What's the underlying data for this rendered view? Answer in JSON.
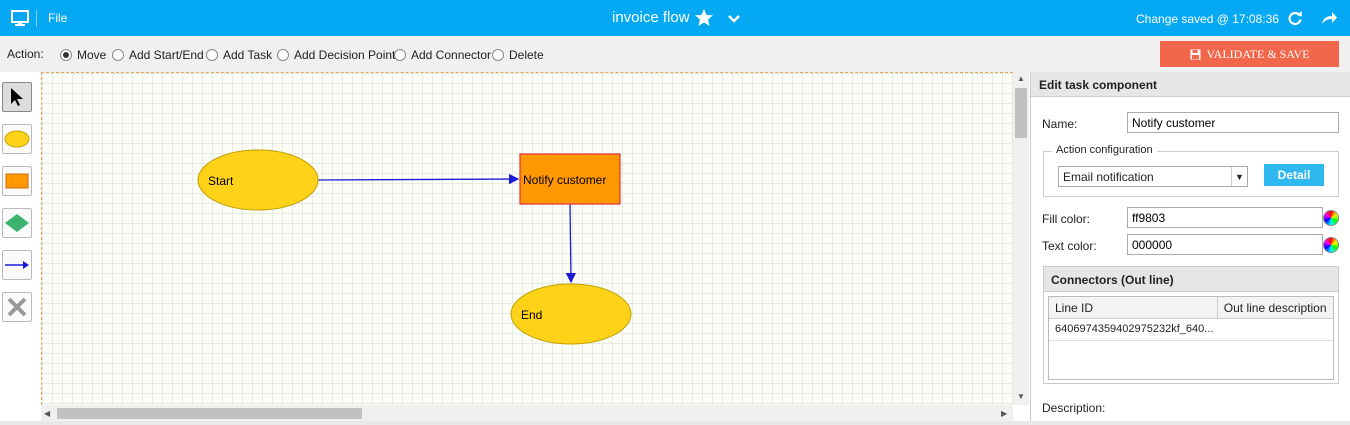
{
  "header": {
    "file_label": "File",
    "title": "invoice flow",
    "status": "Change saved @ 17:08:36"
  },
  "actionbar": {
    "label": "Action:",
    "options": [
      "Move",
      "Add Start/End",
      "Add Task",
      "Add Decision Point",
      "Add Connector",
      "Delete"
    ],
    "selected": "Move",
    "validate_label": "VALIDATE & SAVE"
  },
  "diagram": {
    "start_label": "Start",
    "task_label": "Notify customer",
    "end_label": "End",
    "colors": {
      "terminal_fill": "#ffd21a",
      "task_fill": "#ff9803",
      "connector": "#1a1ad4"
    }
  },
  "panel": {
    "title": "Edit task component",
    "name_label": "Name:",
    "name_value": "Notify customer",
    "action_config_legend": "Action configuration",
    "action_select_value": "Email notification",
    "detail_label": "Detail",
    "fill_label": "Fill color:",
    "fill_value": "ff9803",
    "text_color_label": "Text color:",
    "text_color_value": "000000",
    "connectors_title": "Connectors (Out line)",
    "connectors_columns": [
      "Line ID",
      "Out line description"
    ],
    "connectors_rows": [
      {
        "line_id": "6406974359402975232kf_640...",
        "description": ""
      }
    ],
    "description_label": "Description:"
  },
  "accent_colors": {
    "topbar": "#04a8f3",
    "validate": "#f2674b",
    "detail": "#2fb8ef"
  }
}
